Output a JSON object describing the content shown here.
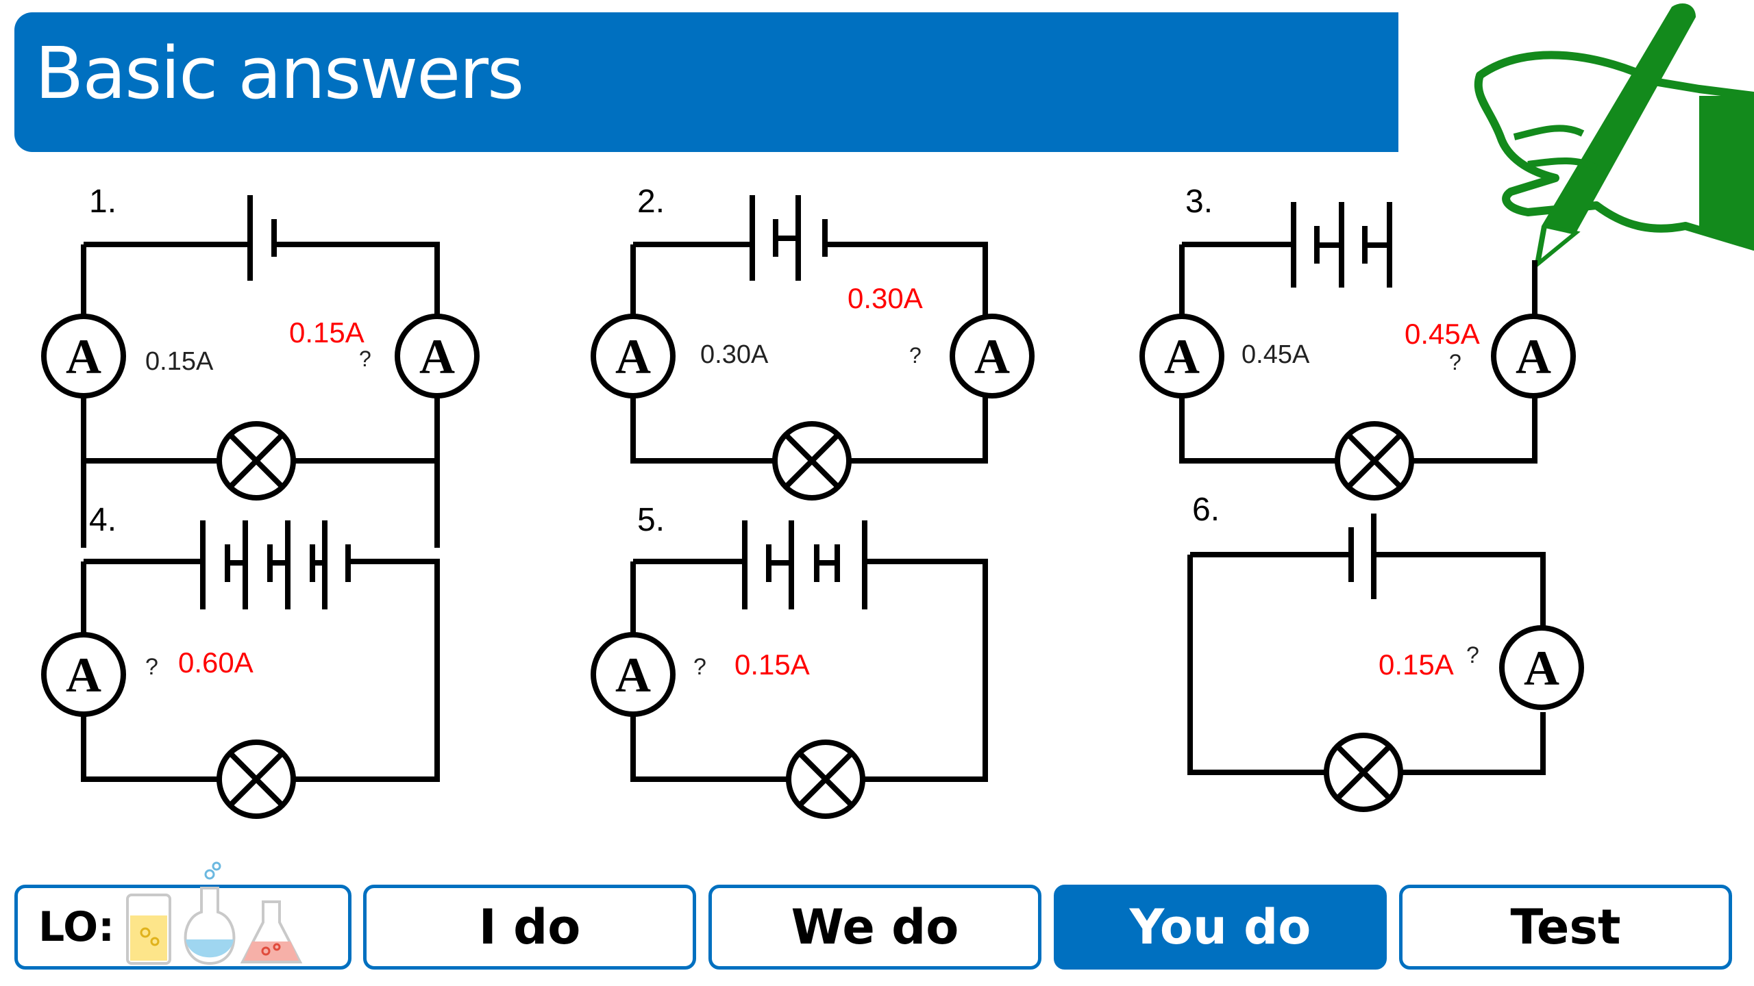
{
  "header": {
    "title": "Basic answers"
  },
  "circuits": [
    {
      "number": "1.",
      "labels": [
        {
          "text": "0.15A",
          "color": "black"
        },
        {
          "text": "0.15A",
          "color": "red"
        },
        {
          "text": "?",
          "color": "black"
        }
      ]
    },
    {
      "number": "2.",
      "labels": [
        {
          "text": "0.30A",
          "color": "black"
        },
        {
          "text": "0.30A",
          "color": "red"
        },
        {
          "text": "?",
          "color": "black"
        }
      ]
    },
    {
      "number": "3.",
      "labels": [
        {
          "text": "0.45A",
          "color": "black"
        },
        {
          "text": "0.45A",
          "color": "red"
        },
        {
          "text": "?",
          "color": "black"
        }
      ]
    },
    {
      "number": "4.",
      "labels": [
        {
          "text": "?",
          "color": "black"
        },
        {
          "text": "0.60A",
          "color": "red"
        }
      ]
    },
    {
      "number": "5.",
      "labels": [
        {
          "text": "?",
          "color": "black"
        },
        {
          "text": "0.15A",
          "color": "red"
        }
      ]
    },
    {
      "number": "6.",
      "labels": [
        {
          "text": "0.15A",
          "color": "red"
        },
        {
          "text": "?",
          "color": "black"
        }
      ]
    }
  ],
  "symbols": {
    "ammeter": "A"
  },
  "nav": {
    "lo_label": "LO:",
    "i_do": "I do",
    "we_do": "We do",
    "you_do": "You do",
    "test": "Test"
  },
  "colors": {
    "brand_blue": "#0070c0",
    "answer_red": "#ff0000",
    "pen_green": "#138a1c"
  },
  "icons": [
    "pen-hand-icon",
    "beaker-icon",
    "round-flask-icon",
    "conical-flask-icon"
  ]
}
